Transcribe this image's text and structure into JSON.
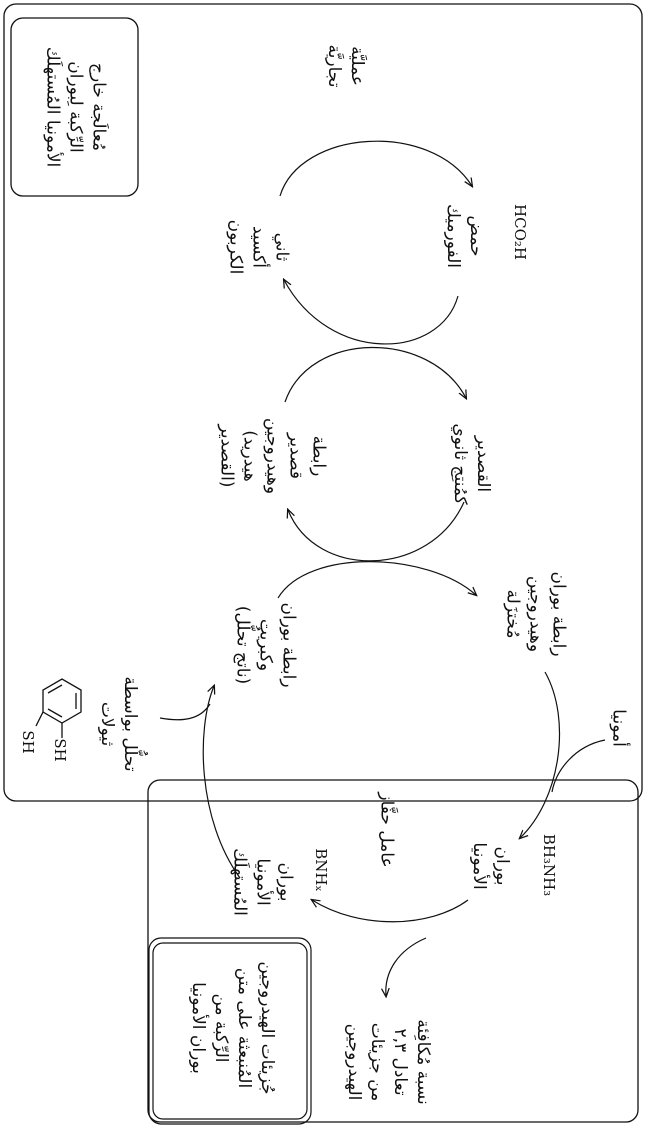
{
  "diagram": {
    "boxes": {
      "commercial_treatment_label": "مُعالَجة خارج\nالرِّكبة لِبوران\nالأمونيا المُستهلَك",
      "hydrogen_release_label": "جُزيئات الهيدروجين\nالمُنبعثة على متن\nالرِّكبة من\nبوران الأمونيا"
    },
    "nodes": {
      "commercial_process": "عمليَّة\nتجاريَّة",
      "formic_acid_formula": "HCO₂H",
      "formic_acid": "حمض\nالفورميك",
      "co2_formula": "ثاني\nأكسيد\nالكربون",
      "reducing_agent": "القصدير\nكمُنتِج ثانوي",
      "tin_hydride_bond": "رابطة\nقصدير\nوهيدروجين\n(هيدريد\nالقصدير)",
      "reduced_bh_bond": "رابطة بوران\nوهيدروجين\nمُختزَلة",
      "boron_sulfur_bond": "رابطة بوران\nوكبريت\n(ناتج تحلُّل)",
      "ammonia": "أمونيا",
      "thiolate_digestion": "تحلُّل بواسطة\nثيولات",
      "thiol_sh_left": "SH",
      "thiol_sh_right": "SH",
      "ammonia_borane_formula": "BH₃NH₃",
      "ammonia_borane": "بوران\nالأمونيا",
      "catalyst": "عامل حفَّاز",
      "spent_formula": "BNHₓ",
      "spent_fuel": "بوران\nالأمونيا\nالمُستهلَك",
      "hydrogen_equivalents": "نسبة مُكافِئة\nتعادل ٢,٣\nمن جزيئات\nالهيدروجين"
    }
  }
}
